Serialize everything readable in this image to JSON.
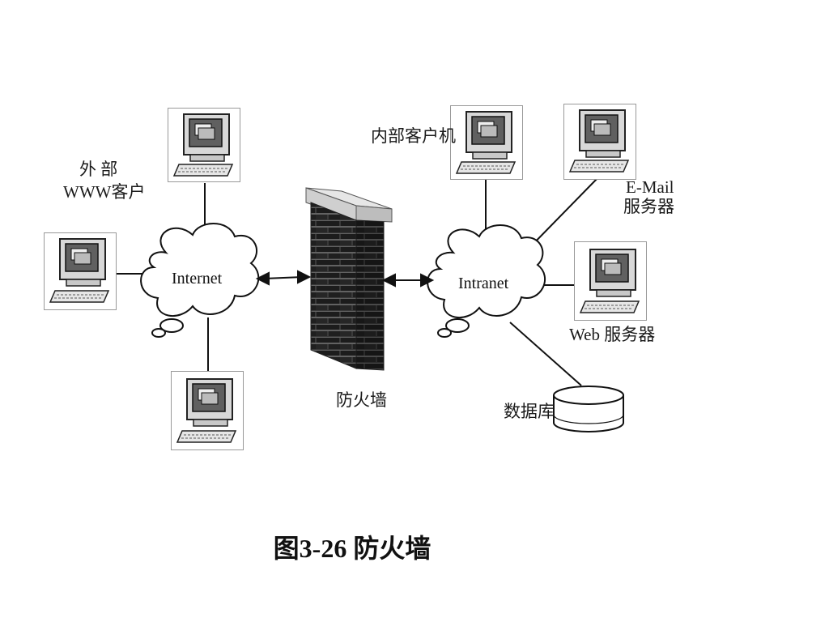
{
  "labels": {
    "external_line1": "外 部",
    "external_line2": "WWW客户",
    "internal_client": "内部客户机",
    "email_line1": "E-Mail",
    "email_line2": "服务器",
    "web_server": "Web 服务器",
    "database": "数据库",
    "firewall": "防火墙",
    "internet": "Internet",
    "intranet": "Intranet"
  },
  "caption": "图3-26  防火墙",
  "icons": {
    "computer": "computer-icon",
    "cloud": "cloud-icon",
    "brick_wall": "brick-wall-icon",
    "database": "database-cylinder-icon",
    "double_arrow": "double-arrow-icon"
  }
}
